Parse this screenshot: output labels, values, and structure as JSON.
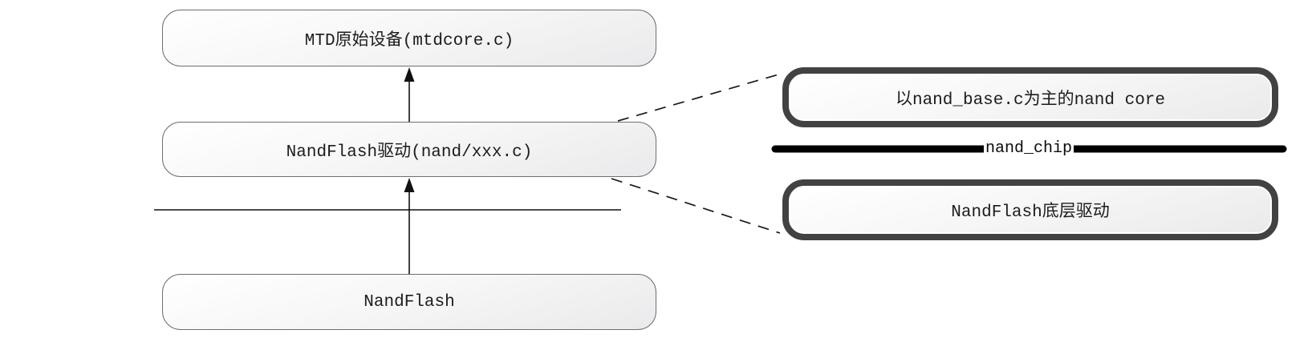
{
  "diagram": {
    "left_stack": {
      "boxes": [
        {
          "id": "mtd-device",
          "label": "MTD原始设备(mtdcore.c)"
        },
        {
          "id": "nand-driver",
          "label": "NandFlash驱动(nand/xxx.c)"
        },
        {
          "id": "nandflash-hw",
          "label": "NandFlash"
        }
      ]
    },
    "right_stack": {
      "boxes": [
        {
          "id": "nand-core",
          "label": "以nand_base.c为主的nand core"
        },
        {
          "id": "low-level-driver",
          "label": "NandFlash底层驱动"
        }
      ],
      "divider_label": "nand_chip"
    },
    "colors": {
      "background": "#ffffff",
      "box_fill_top": "#ffffff",
      "box_fill_bottom": "#eaeaec",
      "thin_border": "#6f6f6f",
      "thick_border": "#424242",
      "line": "#111111",
      "text": "#1c1c1c"
    }
  }
}
